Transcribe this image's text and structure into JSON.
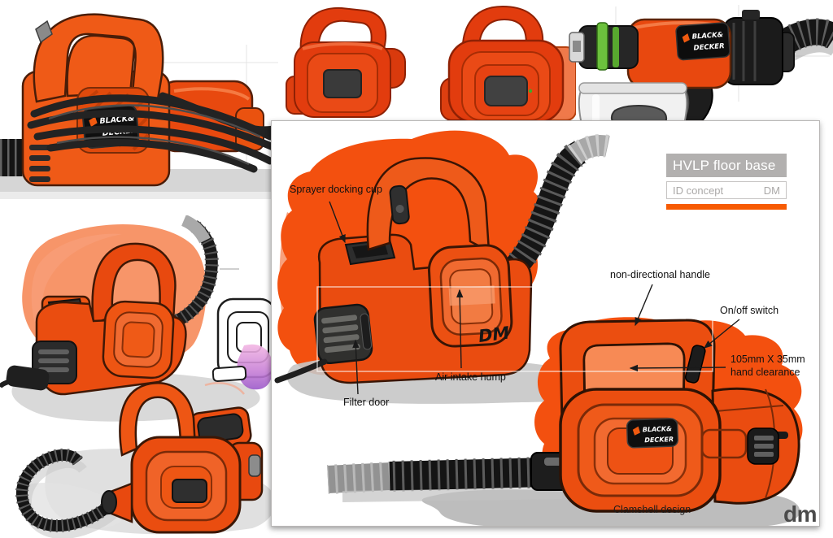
{
  "branding": {
    "logo_line1": "BLACK&",
    "logo_line2": "DECKER"
  },
  "panel": {
    "title_block": {
      "title": "HVLP floor base",
      "project_label": "ID concept",
      "designer_initials": "DM"
    },
    "annotations": {
      "sprayer_docking_cup": "Sprayer docking cup",
      "filter_door": "Filter door",
      "air_intake_hump": "Air intake hump",
      "non_directional_handle": "non-directional handle",
      "on_off_switch": "On/off switch",
      "hand_clearance_line1": "105mm X 35mm",
      "hand_clearance_line2": "hand clearance",
      "clamshell_design": "Clamshell design"
    },
    "signature_initials": "DM"
  },
  "corner_signature": "dm",
  "colors": {
    "sketch_orange": "#EA4C10",
    "marker_blob_orange": "#F3500F",
    "render_red_orange": "#E23C0E",
    "accent_bar_orange": "#F75B03",
    "title_box_gray": "#B2B0AF",
    "shadow_gray": "#C6C6C6",
    "hose_black": "#151515",
    "sprayer_green": "#6CC13D"
  }
}
